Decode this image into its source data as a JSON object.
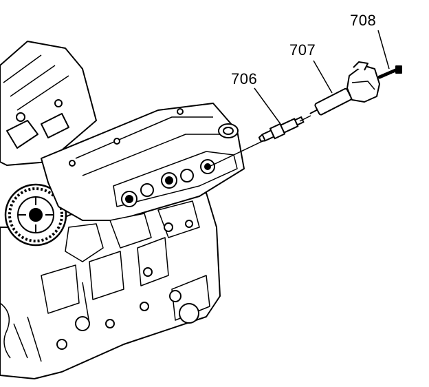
{
  "diagram": {
    "callouts": [
      {
        "id": "706",
        "text": "706"
      },
      {
        "id": "707",
        "text": "707"
      },
      {
        "id": "708",
        "text": "708"
      }
    ],
    "colors": {
      "line": "#000000",
      "fill": "#ffffff"
    }
  }
}
